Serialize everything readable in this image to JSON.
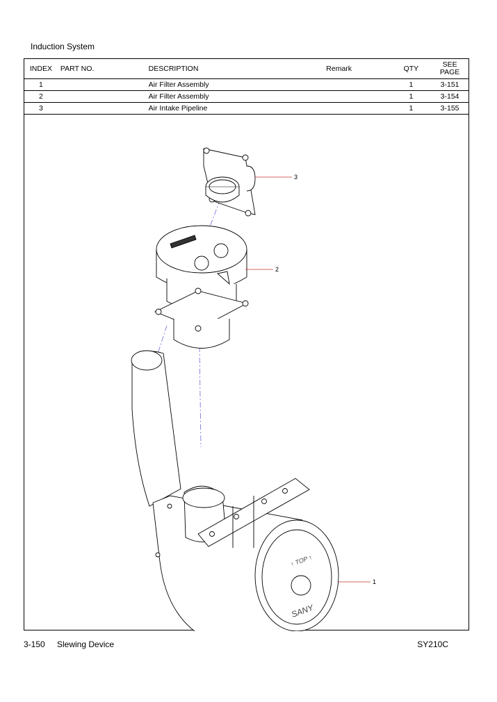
{
  "header": {
    "section_title": "Induction System"
  },
  "table": {
    "headers": {
      "index": "INDEX",
      "part_no": "PART NO.",
      "description": "DESCRIPTION",
      "remark": "Remark",
      "qty": "QTY",
      "see_page_line1": "SEE",
      "see_page_line2": "PAGE"
    },
    "rows": [
      {
        "index": "1",
        "part_no": "",
        "description": "Air Filter Assembly",
        "remark": "",
        "qty": "1",
        "see_page": "3-151"
      },
      {
        "index": "2",
        "part_no": "",
        "description": "Air Filter Assembly",
        "remark": "",
        "qty": "1",
        "see_page": "3-154"
      },
      {
        "index": "3",
        "part_no": "",
        "description": "Air Intake Pipeline",
        "remark": "",
        "qty": "1",
        "see_page": "3-155"
      }
    ]
  },
  "diagram": {
    "callouts": [
      "3",
      "2",
      "1"
    ],
    "logo_top": "↑ TOP ↑",
    "logo_brand": "SANY"
  },
  "footer": {
    "page_number": "3-150",
    "section": "Slewing Device",
    "model": "SY210C"
  }
}
